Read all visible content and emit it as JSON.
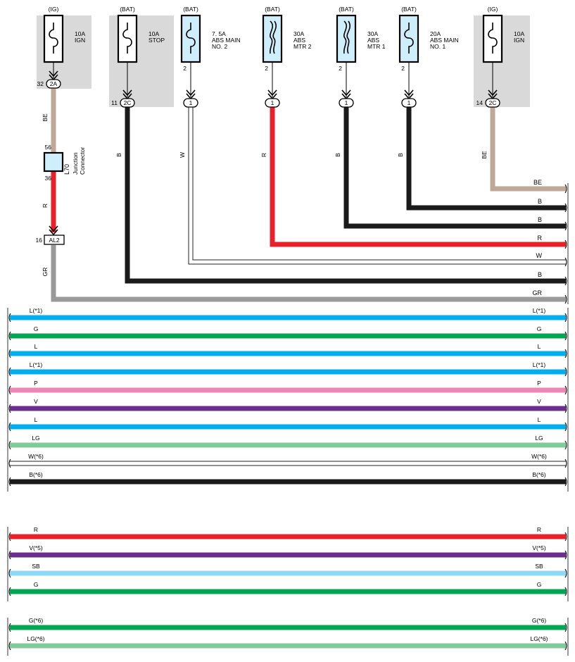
{
  "colors": {
    "black": "#1a1a1a",
    "red": "#e8202a",
    "tan": "#bfa996",
    "gray": "#9a9a9a",
    "white": "#ffffff",
    "blue": "#00aeef",
    "green": "#00a651",
    "pink": "#ee86b4",
    "violet": "#6e2c8f",
    "light_green": "#7fcc98",
    "sky_blue": "#8ed8f8",
    "fuse_fill": "#cfeefb",
    "panel_gray": "#d9d9d9"
  },
  "fuses": [
    {
      "supply": "(IG)",
      "rating": "10A",
      "name_lines": [
        "IGN"
      ],
      "pin": "",
      "connector_pin": "32",
      "connector": "2A",
      "symbol": "single",
      "shaded": true,
      "wire_label": "BE"
    },
    {
      "supply": "(BAT)",
      "rating": "10A",
      "name_lines": [
        "STOP"
      ],
      "pin": "",
      "connector_pin": "11",
      "connector": "2C",
      "symbol": "single",
      "shaded": true,
      "wire_label": "B"
    },
    {
      "supply": "(BAT)",
      "rating": "7. 5A",
      "name_lines": [
        "ABS MAIN",
        "NO. 2"
      ],
      "pin": "2",
      "connector_pin": "",
      "connector": "1",
      "symbol": "single",
      "shaded": false,
      "wire_label": "W"
    },
    {
      "supply": "(BAT)",
      "rating": "30A",
      "name_lines": [
        "ABS",
        "MTR 2"
      ],
      "pin": "2",
      "connector_pin": "",
      "connector": "1",
      "symbol": "fusible",
      "shaded": false,
      "wire_label": "R"
    },
    {
      "supply": "(BAT)",
      "rating": "30A",
      "name_lines": [
        "ABS",
        "MTR 1"
      ],
      "pin": "2",
      "connector_pin": "",
      "connector": "1",
      "symbol": "fusible",
      "shaded": false,
      "wire_label": "B"
    },
    {
      "supply": "(BAT)",
      "rating": "20A",
      "name_lines": [
        "ABS MAIN",
        "NO. 1"
      ],
      "pin": "2",
      "connector_pin": "",
      "connector": "1",
      "symbol": "single",
      "shaded": false,
      "wire_label": "B"
    },
    {
      "supply": "(IG)",
      "rating": "10A",
      "name_lines": [
        "IGN"
      ],
      "pin": "",
      "connector_pin": "14",
      "connector": "2C",
      "symbol": "single",
      "shaded": true,
      "wire_label": "BE"
    }
  ],
  "junction": {
    "name": "L70",
    "lines": [
      "Junction",
      "Connector"
    ],
    "pin_in": "56",
    "pin_out": "36",
    "wire_in_label": "BE",
    "wire_out_label": "R",
    "connector": "AL2",
    "connector_pin": "16",
    "wire_after_label": "GR"
  },
  "trunk_wires": [
    {
      "label": "BE",
      "color": "tan"
    },
    {
      "label": "B",
      "color": "black"
    },
    {
      "label": "B",
      "color": "black"
    },
    {
      "label": "R",
      "color": "red"
    },
    {
      "label": "W",
      "color": "white"
    },
    {
      "label": "B",
      "color": "black"
    },
    {
      "label": "GR",
      "color": "gray"
    }
  ],
  "bus_wires": [
    {
      "left": "L(*1)",
      "right": "L(*1)",
      "color": "blue",
      "group": 1
    },
    {
      "left": "G",
      "right": "G",
      "color": "green",
      "group": 1
    },
    {
      "left": "L",
      "right": "L",
      "color": "blue",
      "group": 1
    },
    {
      "left": "L(*1)",
      "right": "L(*1)",
      "color": "blue",
      "group": 1
    },
    {
      "left": "P",
      "right": "P",
      "color": "pink",
      "group": 1
    },
    {
      "left": "V",
      "right": "V",
      "color": "violet",
      "group": 1
    },
    {
      "left": "L",
      "right": "L",
      "color": "blue",
      "group": 1
    },
    {
      "left": "LG",
      "right": "LG",
      "color": "light_green",
      "group": 1
    },
    {
      "left": "W(*6)",
      "right": "W(*6)",
      "color": "white",
      "group": 1
    },
    {
      "left": "B(*6)",
      "right": "B(*6)",
      "color": "black",
      "group": 1
    },
    {
      "left": "R",
      "right": "R",
      "color": "red",
      "group": 2
    },
    {
      "left": "V(*5)",
      "right": "V(*5)",
      "color": "violet",
      "group": 2
    },
    {
      "left": "SB",
      "right": "SB",
      "color": "sky_blue",
      "group": 2
    },
    {
      "left": "G",
      "right": "G",
      "color": "green",
      "group": 2
    },
    {
      "left": "G(*6)",
      "right": "G(*6)",
      "color": "green",
      "group": 3
    },
    {
      "left": "LG(*6)",
      "right": "LG(*6)",
      "color": "light_green",
      "group": 3
    }
  ]
}
